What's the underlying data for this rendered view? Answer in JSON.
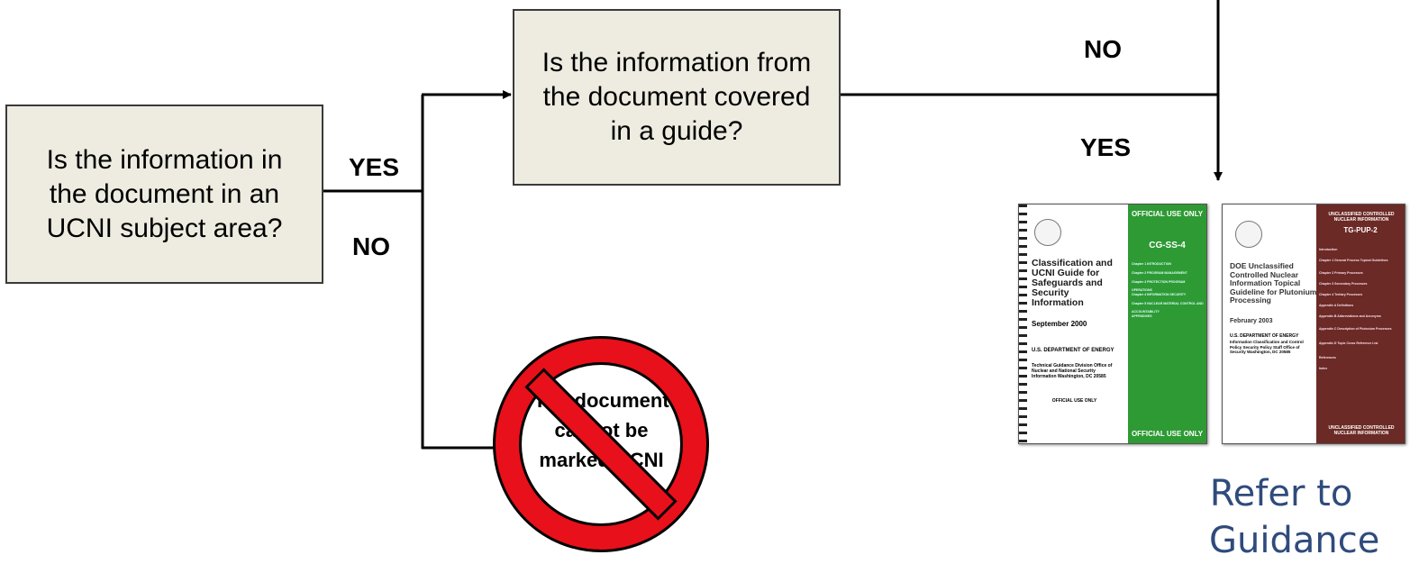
{
  "flow": {
    "question1": "Is the information in the document in an UCNI subject area?",
    "question2": "Is the information from the document covered in a guide?",
    "yes_label_1": "YES",
    "no_label_1": "NO",
    "no_label_2": "NO",
    "yes_label_2": "YES",
    "cannot_mark_text": "The document cannot be marked UCNI"
  },
  "guide1": {
    "top_banner": "OFFICIAL USE ONLY",
    "code": "CG-SS-4",
    "title": "Classification and UCNI Guide for Safeguards and Security Information",
    "date": "September 2000",
    "agency": "U.S. DEPARTMENT OF ENERGY",
    "division": "Technical Guidance Division Office of Nuclear and National Security Information Washington, DC 20585",
    "footer_notice": "OFFICIAL USE ONLY",
    "bottom_banner": "OFFICIAL USE ONLY",
    "toc": [
      "Chapter 1 INTRODUCTION",
      "Chapter 2 PROGRAM MANAGEMENT",
      "Chapter 3 PROTECTION PROGRAM OPERATIONS",
      "Chapter 4 INFORMATION SECURITY",
      "Chapter 5 NUCLEAR MATERIAL CONTROL AND ACCOUNTABILITY",
      "APPENDIXES"
    ]
  },
  "guide2": {
    "top_banner": "UNCLASSIFIED CONTROLLED NUCLEAR INFORMATION",
    "code": "TG-PUP-2",
    "title": "DOE Unclassified Controlled Nuclear Information Topical Guideline for Plutonium Processing",
    "date": "February 2003",
    "agency": "U.S. DEPARTMENT OF ENERGY",
    "division": "Information Classification and Control Policy Security Policy Staff Office of Security Washington, DC 20585",
    "bottom_banner": "UNCLASSIFIED CONTROLLED NUCLEAR INFORMATION",
    "toc": [
      "Introduction",
      "Chapter 1 General Process Topical Guidelines",
      "Chapter 2 Primary Processes",
      "Chapter 3 Secondary Processes",
      "Chapter 4 Tertiary Processes",
      "Appendix A Definitions",
      "Appendix B Abbreviations and Acronyms",
      "Appendix C Description of Plutonium Processes",
      "Appendix D Topic Cross Reference List",
      "References",
      "Index"
    ]
  },
  "refer_label": "Refer to Guidance",
  "colors": {
    "box_fill": "#eeece1",
    "guide1_band": "#2e9a34",
    "guide2_band": "#6b2a25",
    "prohibit_red": "#e8101a",
    "refer_text": "#2f4b7c"
  }
}
